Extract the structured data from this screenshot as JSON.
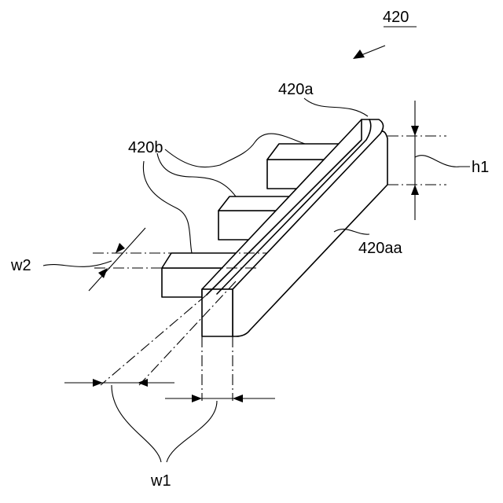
{
  "figure": {
    "labels": {
      "main": "420",
      "part_a": "420a",
      "part_b": "420b",
      "part_aa": "420aa",
      "h1": "h1",
      "w1": "w1",
      "w2": "w2"
    }
  }
}
